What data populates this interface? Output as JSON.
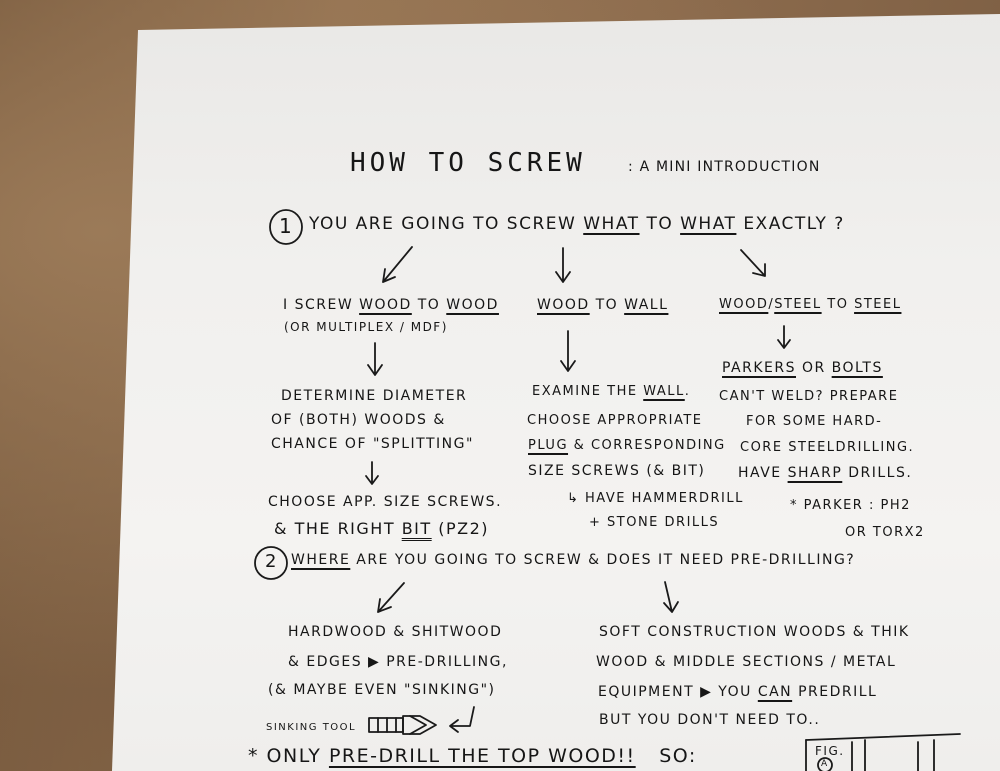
{
  "title": {
    "main": "HOW TO SCREW",
    "sub": ": A MINI INTRODUCTION"
  },
  "step1": {
    "number": "1",
    "question_pre": "YOU ARE GOING TO SCREW",
    "what1": "WHAT",
    "to": "TO",
    "what2": "WHAT",
    "question_post": "EXACTLY ?",
    "columns": [
      {
        "heading": {
          "pre": "I SCREW",
          "u1": "WOOD",
          "mid": "TO",
          "u2": "WOOD"
        },
        "heading2": "(OR MULTIPLEX / MDF)",
        "lines": [
          "DETERMINE DIAMETER",
          "OF (BOTH) WOODS &",
          "CHANCE OF \"SPLITTING\""
        ],
        "lines2": [
          "CHOOSE APP. SIZE SCREWS.",
          "& THE RIGHT",
          "BIT",
          "(PZ2)"
        ]
      },
      {
        "heading": {
          "u1": "WOOD",
          "mid": "TO",
          "u2": "WALL"
        },
        "lines": [
          "EXAMINE THE",
          "WALL",
          ".",
          "CHOOSE APPROPRIATE",
          "PLUG",
          "& CORRESPONDING",
          "SIZE SCREWS (& BIT)"
        ],
        "lines2": [
          "↳ HAVE HAMMERDRILL",
          "+ STONE DRILLS"
        ]
      },
      {
        "heading": {
          "u1": "WOOD",
          "slash": "/",
          "u2": "STEEL",
          "mid": "TO",
          "u3": "STEEL"
        },
        "lines": [
          "PARKERS",
          "OR",
          "BOLTS",
          "CAN'T WELD? PREPARE",
          "FOR SOME HARD-",
          "CORE STEELDRILLING.",
          "HAVE",
          "SHARP",
          "DRILLS."
        ],
        "note": [
          "* PARKER : PH2",
          "OR TORX2"
        ]
      }
    ]
  },
  "step2": {
    "number": "2",
    "where": "WHERE",
    "question": "ARE YOU GOING TO SCREW & DOES IT NEED PRE-DRILLING?",
    "left": [
      "HARDWOOD & SHITWOOD",
      "& EDGES ▶ PRE-DRILLING,",
      "(& MAYBE EVEN \"SINKING\")"
    ],
    "right": [
      "SOFT CONSTRUCTION WOODS & THIK",
      "WOOD & MIDDLE SECTIONS / METAL",
      "EQUIPMENT ▶ YOU",
      "CAN",
      "PREDRILL",
      "BUT YOU DON'T NEED TO.."
    ],
    "sinking_label": "SINKING TOOL"
  },
  "footer": {
    "star": "*",
    "only": "ONLY",
    "predrill": "PRE-DRILL THE TOP WOOD!!",
    "so": "SO:",
    "fig": "FIG.",
    "fig_a": "A"
  }
}
